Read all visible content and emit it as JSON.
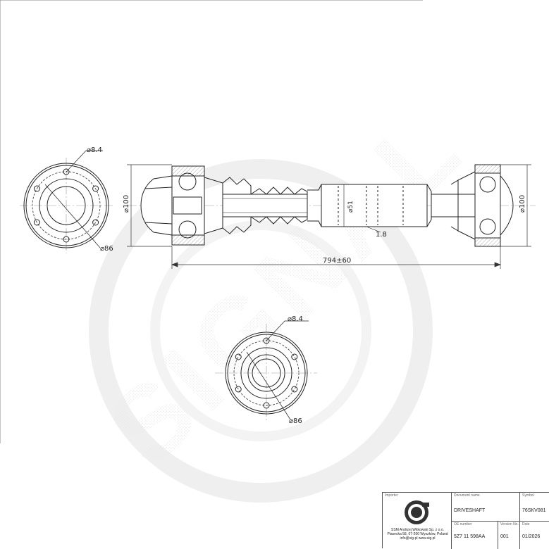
{
  "drawing": {
    "dim_hole_top": "⌀8.4",
    "dim_pcd_top": "⌀86",
    "dim_hole_bottom": "⌀8.4",
    "dim_pcd_bottom": "⌀86",
    "dim_flange_left": "⌀100",
    "dim_flange_right": "⌀100",
    "dim_tube": "⌀51",
    "dim_wall": "1.8",
    "dim_length": "794±60",
    "watermark": "SIGNAL"
  },
  "title_block": {
    "importer_label": "Importer",
    "company_line1": "SSM Andrzej Witkowski Sp. z o.o.",
    "company_line2": "Piasecka 58, 07-200 Wyszków, Poland",
    "company_line3": "info@sig-pl www.sig.pl",
    "doc_name_label": "Document name",
    "doc_name_value": "DRIVESHAFT",
    "symbol_label": "Symbol",
    "symbol_value": "76SKV081",
    "oe_label": "OE number",
    "oe_value": "5Z7 11 598AA",
    "version_label": "Version No.",
    "version_value": "001",
    "date_label": "Date",
    "date_value": "01/2026"
  }
}
